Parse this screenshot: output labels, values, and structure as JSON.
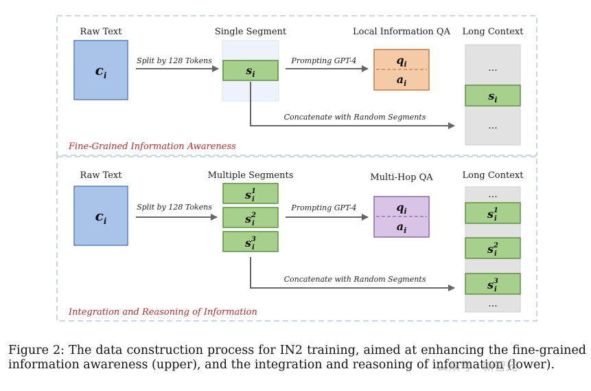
{
  "upper": {
    "title": "Fine-Grained Information Awareness",
    "raw_text_label": "Raw Text",
    "segment_label": "Single Segment",
    "qa_label": "Local Information QA",
    "context_label": "Long Context",
    "split_label": "Split by 128 Tokens",
    "prompt_label": "Prompting GPT-4",
    "concat_label": "Concatenate with Random Segments",
    "raw_symbol": "c",
    "sub_i": "i",
    "seg_symbol": "s",
    "q_symbol": "q",
    "a_symbol": "a",
    "dots": "..."
  },
  "lower": {
    "title": "Integration and Reasoning of Information",
    "raw_text_label": "Raw Text",
    "segment_label": "Multiple Segments",
    "qa_label": "Multi-Hop QA",
    "context_label": "Long Context",
    "split_label": "Split by 128 Tokens",
    "prompt_label": "Prompting GPT-4",
    "concat_label": "Concatenate with Random Segments",
    "sup_1": "1",
    "sup_2": "2",
    "sup_3": "3",
    "dots": "..."
  },
  "caption": {
    "text": "Figure 2: The data construction process for IN2 training, aimed at enhancing the fine-grained information awareness (upper), and the integration and reasoning of information (lower)."
  },
  "watermark": "公众号 · 新智元",
  "colors": {
    "border_dash": "#b9c8dc",
    "raw_fill": "#a9c4ea",
    "raw_stroke": "#5b7fb8",
    "seg_fill": "#a8d08d",
    "seg_stroke": "#5f8f43",
    "qa1_fill": "#f5caa7",
    "qa1_stroke": "#c07a45",
    "qa2_fill": "#d9c4e6",
    "qa2_stroke": "#8a6aa6",
    "context_fill": "#e2e2e2",
    "title_red": "#b22a2a"
  }
}
